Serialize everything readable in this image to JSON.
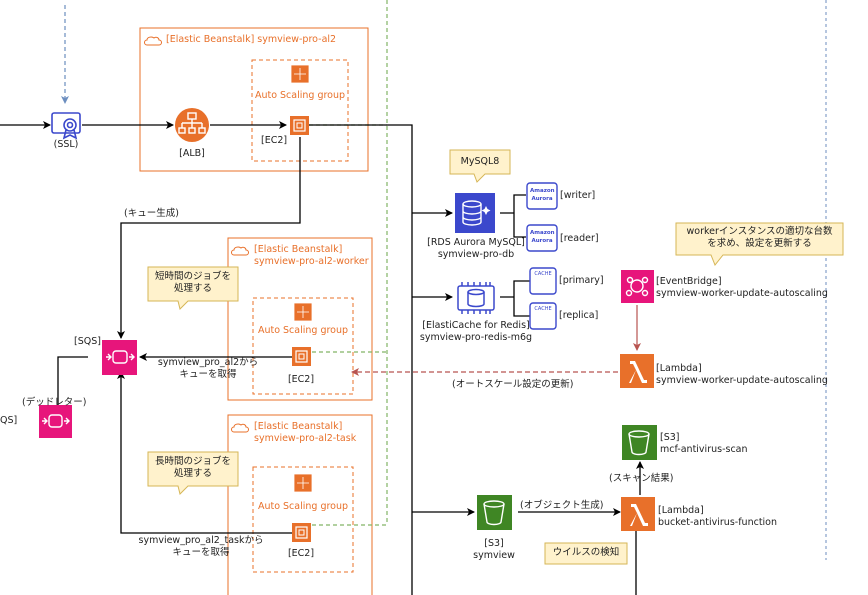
{
  "ssl": {
    "label": "(SSL)"
  },
  "beanstalk_web": {
    "title": "[Elastic Beanstalk] symview-pro-al2",
    "asg": "Auto Scaling group",
    "alb": "[ALB]",
    "ec2": "[EC2]"
  },
  "beanstalk_worker": {
    "title_line1": "[Elastic Beanstalk]",
    "title_line2": "symview-pro-al2-worker",
    "asg": "Auto Scaling group",
    "ec2": "[EC2]"
  },
  "beanstalk_task": {
    "title_line1": "[Elastic Beanstalk]",
    "title_line2": "symview-pro-al2-task",
    "asg": "Auto Scaling group",
    "ec2": "[EC2]"
  },
  "notes": {
    "mysql": "MySQL8",
    "short_job_line1": "短時間のジョブを",
    "short_job_line2": "処理する",
    "long_job_line1": "長時間のジョブを",
    "long_job_line2": "処理する",
    "worker_line1": "workerインスタンスの適切な台数",
    "worker_line2": "を求め、設定を更新する",
    "virus": "ウイルスの検知"
  },
  "queue": {
    "create": "(キュー生成)",
    "sqs": "[SQS]",
    "dead_letter": "(デッドレター)",
    "dlq_partial": "QS]",
    "worker_fetch_line1": "symview_pro_al2から",
    "worker_fetch_line2": "キューを取得",
    "task_fetch_line1": "symview_pro_al2_taskから",
    "task_fetch_line2": "キューを取得"
  },
  "rds": {
    "label_line1": "[RDS Aurora MySQL]",
    "label_line2": "symview-pro-db",
    "writer": "[writer]",
    "reader": "[reader]",
    "aurora_text": "Amazon Aurora"
  },
  "cache": {
    "label_line1": "[ElastiCache for Redis]",
    "label_line2": "symview-pro-redis-m6g",
    "primary": "[primary]",
    "replica": "[replica]",
    "cache_text": "CACHE"
  },
  "eventbridge": {
    "label_line1": "[EventBridge]",
    "label_line2": "symview-worker-update-autoscaling"
  },
  "lambda_autoscale": {
    "label_line1": "[Lambda]",
    "label_line2": "symview-worker-update-autoscaling"
  },
  "autoscale_update": "(オートスケール設定の更新)",
  "s3_scan": {
    "label_line1": "[S3]",
    "label_line2": "mcf-antivirus-scan"
  },
  "scan_result": "(スキャン結果)",
  "s3_symview": {
    "label_line1": "[S3]",
    "label_line2": "symview"
  },
  "object_created": "(オブジェクト生成)",
  "lambda_av": {
    "label_line1": "[Lambda]",
    "label_line2": "bucket-antivirus-function"
  },
  "colors": {
    "orange": "#e8702a",
    "pink": "#e7157b",
    "green_s3": "#3f8624",
    "blue": "#3b48cc",
    "note_bg": "#fff2cc",
    "note_border": "#d6b656",
    "dashed_green": "#82b366",
    "dashed_red": "#b85450",
    "dashed_blue": "#6c8ebf"
  }
}
